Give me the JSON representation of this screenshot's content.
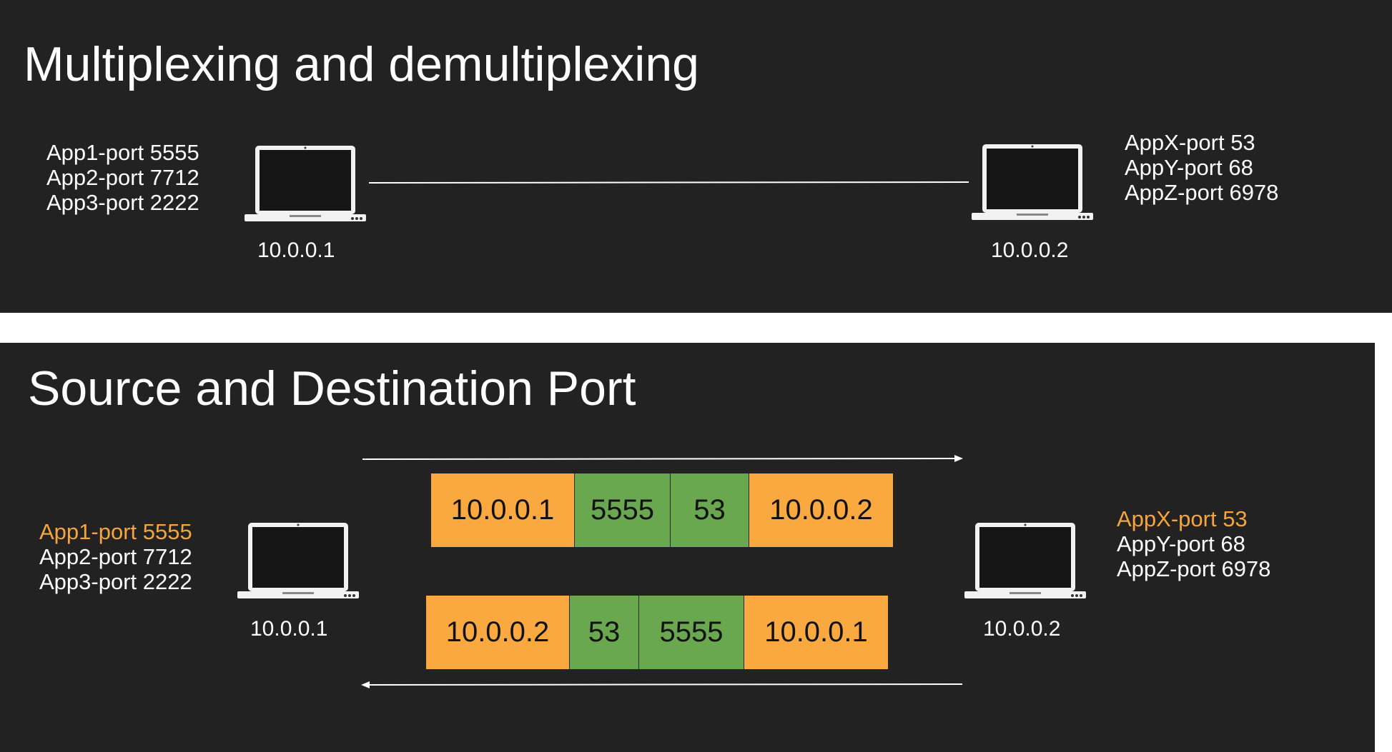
{
  "colors": {
    "background": "#222222",
    "text": "#ffffff",
    "highlight": "#f5a53c",
    "ip_cell": "#f9a93f",
    "port_cell": "#6aa84f"
  },
  "slide1": {
    "title": "Multiplexing and demultiplexing",
    "left_host": {
      "apps": [
        "App1-port 5555",
        "App2-port 7712",
        "App3-port 2222"
      ],
      "ip": "10.0.0.1",
      "icon": "laptop-icon"
    },
    "right_host": {
      "apps": [
        "AppX-port 53",
        "AppY-port 68",
        "AppZ-port 6978"
      ],
      "ip": "10.0.0.2",
      "icon": "laptop-icon"
    }
  },
  "slide2": {
    "title": "Source and Destination Port",
    "left_host": {
      "apps": [
        "App1-port 5555",
        "App2-port 7712",
        "App3-port 2222"
      ],
      "highlighted_app": "App1-port 5555",
      "ip": "10.0.0.1",
      "icon": "laptop-icon"
    },
    "right_host": {
      "apps": [
        "AppX-port 53",
        "AppY-port 68",
        "AppZ-port 6978"
      ],
      "highlighted_app": "AppX-port 53",
      "ip": "10.0.0.2",
      "icon": "laptop-icon"
    },
    "packet_forward": [
      "10.0.0.1",
      "5555",
      "53",
      "10.0.0.2"
    ],
    "packet_return": [
      "10.0.0.2",
      "53",
      "5555",
      "10.0.0.1"
    ],
    "arrow_forward": "right-arrow-icon",
    "arrow_return": "left-arrow-icon"
  }
}
